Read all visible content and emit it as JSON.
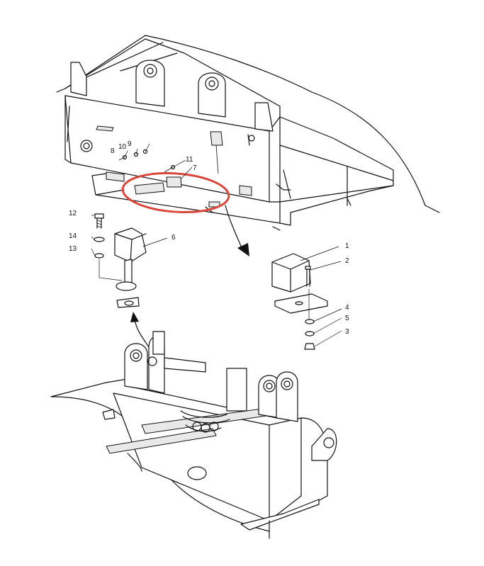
{
  "diagram": {
    "callouts": {
      "c1": "1",
      "c2": "2",
      "c3": "3",
      "c4": "4",
      "c5": "5",
      "c6": "6",
      "c7": "7",
      "c8": "8",
      "c9": "9",
      "c10": "10",
      "c11": "11",
      "c12": "12",
      "c13": "13",
      "c14": "14"
    },
    "highlight_color": "#d9473a",
    "line_color": "#111111"
  }
}
